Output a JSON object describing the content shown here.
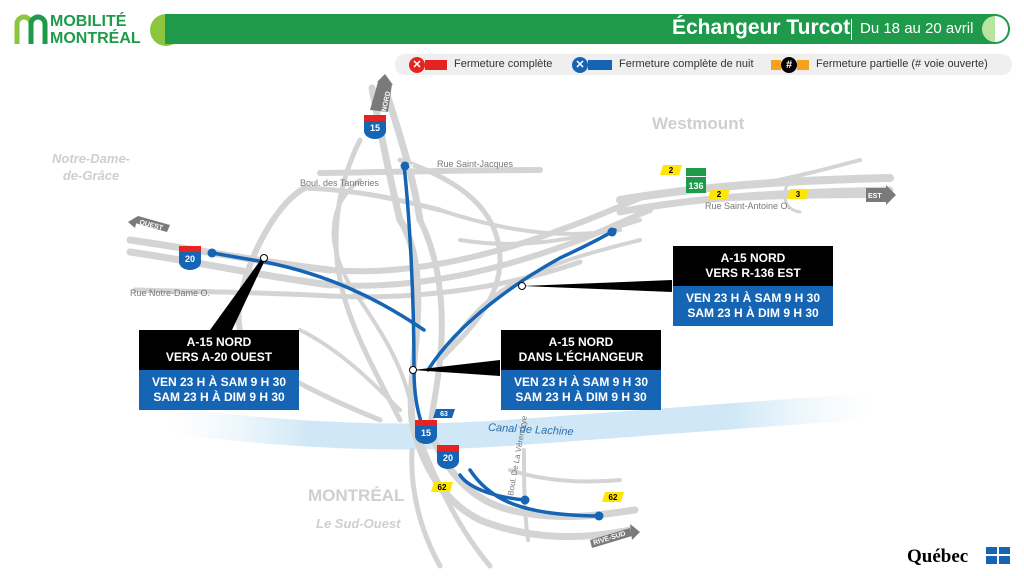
{
  "header": {
    "logo_line1": "MOBILITÉ",
    "logo_line2": "MONTRÉAL",
    "title": "Échangeur Turcot",
    "dates": "Du 18 au 20 avril"
  },
  "legend": [
    {
      "icon": "✕",
      "label": "Fermeture complète",
      "color": "#e52421"
    },
    {
      "icon": "✕",
      "label": "Fermeture complète de nuit",
      "color": "#1565b4"
    },
    {
      "icon": "#",
      "label": "Fermeture partielle (# voie ouverte)",
      "color": "#f7a21b"
    }
  ],
  "places": {
    "westmount": "Westmount",
    "ndg": "Notre-Dame-de-Grâce",
    "montreal": "MONTRÉAL",
    "sud_ouest": "Le Sud-Ouest"
  },
  "streets": {
    "saint_jacques": "Rue Saint-Jacques",
    "tanneries": "Boul. des Tanneries",
    "saint_antoine": "Rue Saint-Antoine O.",
    "notre_dame": "Rue Notre-Dame O.",
    "verendrye": "Boul. De La Vérendrye",
    "canal": "Canal de Lachine"
  },
  "directions": {
    "nord": "NORD",
    "ouest": "OUEST",
    "est": "EST",
    "rive_sud": "RIVE-SUD"
  },
  "shields": {
    "a15": "15",
    "a20": "20",
    "r136": "136"
  },
  "lane_tags": {
    "a": "2",
    "b": "2",
    "c": "3",
    "d": "62",
    "e": "62",
    "f": "63"
  },
  "closures": [
    {
      "title_l1": "A-15 NORD",
      "title_l2": "VERS A-20 OUEST",
      "time1": "VEN 23 H À SAM 9 H 30",
      "time2": "SAM 23 H À DIM 9 H 30"
    },
    {
      "title_l1": "A-15 NORD",
      "title_l2": "DANS L'ÉCHANGEUR",
      "time1": "VEN 23 H À SAM 9 H 30",
      "time2": "SAM 23 H À DIM 9 H 30"
    },
    {
      "title_l1": "A-15 NORD",
      "title_l2": "VERS R-136 EST",
      "time1": "VEN 23 H À SAM 9 H 30",
      "time2": "SAM 23 H À DIM 9 H 30"
    }
  ],
  "footer": {
    "quebec": "Québec"
  },
  "colors": {
    "green": "#1f9a4a",
    "blue": "#1565b4",
    "red": "#e52421",
    "yellow": "#ffe600",
    "road": "#d9d9d9"
  }
}
